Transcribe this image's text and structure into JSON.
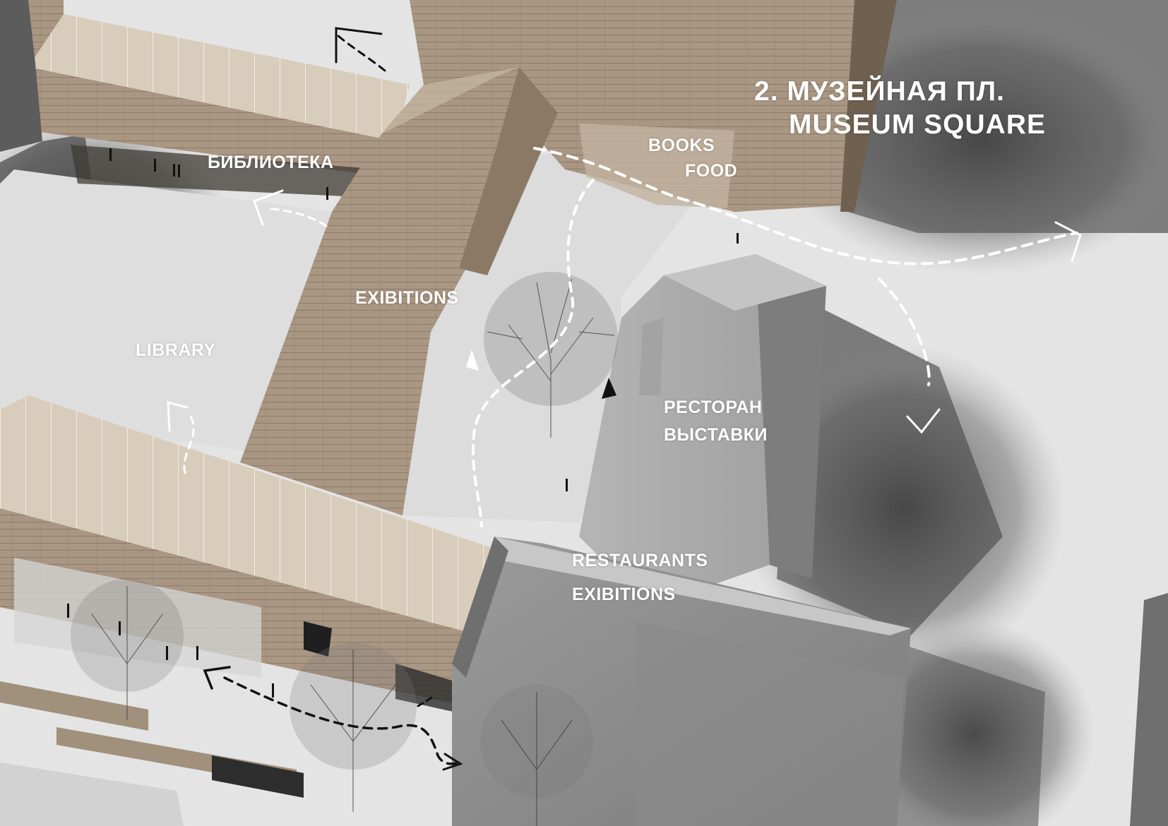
{
  "title": {
    "line1": "2. МУЗЕЙНАЯ ПЛ.",
    "line2": "MUSEUM SQUARE"
  },
  "labels": {
    "books": "BOOKS",
    "food": "FOOD",
    "biblioteka": "БИБЛИОТЕКА",
    "exibitions_top": "EXIBITIONS",
    "library": "LIBRARY",
    "restoran": "РЕСТОРАН",
    "vystavki": "ВЫСТАВКИ",
    "restaurants": "RESTAURANTS",
    "exibitions_bottom": "EXIBITIONS"
  },
  "colors": {
    "background": "#e6e6e6",
    "timber": "#a89580",
    "timber_dark": "#7f6e5c",
    "roof_light": "#d9cdbd",
    "concrete": "#8e8e8e",
    "shadow": "#4a4a4a",
    "label": "#ffffff",
    "path_dark": "#111111"
  }
}
